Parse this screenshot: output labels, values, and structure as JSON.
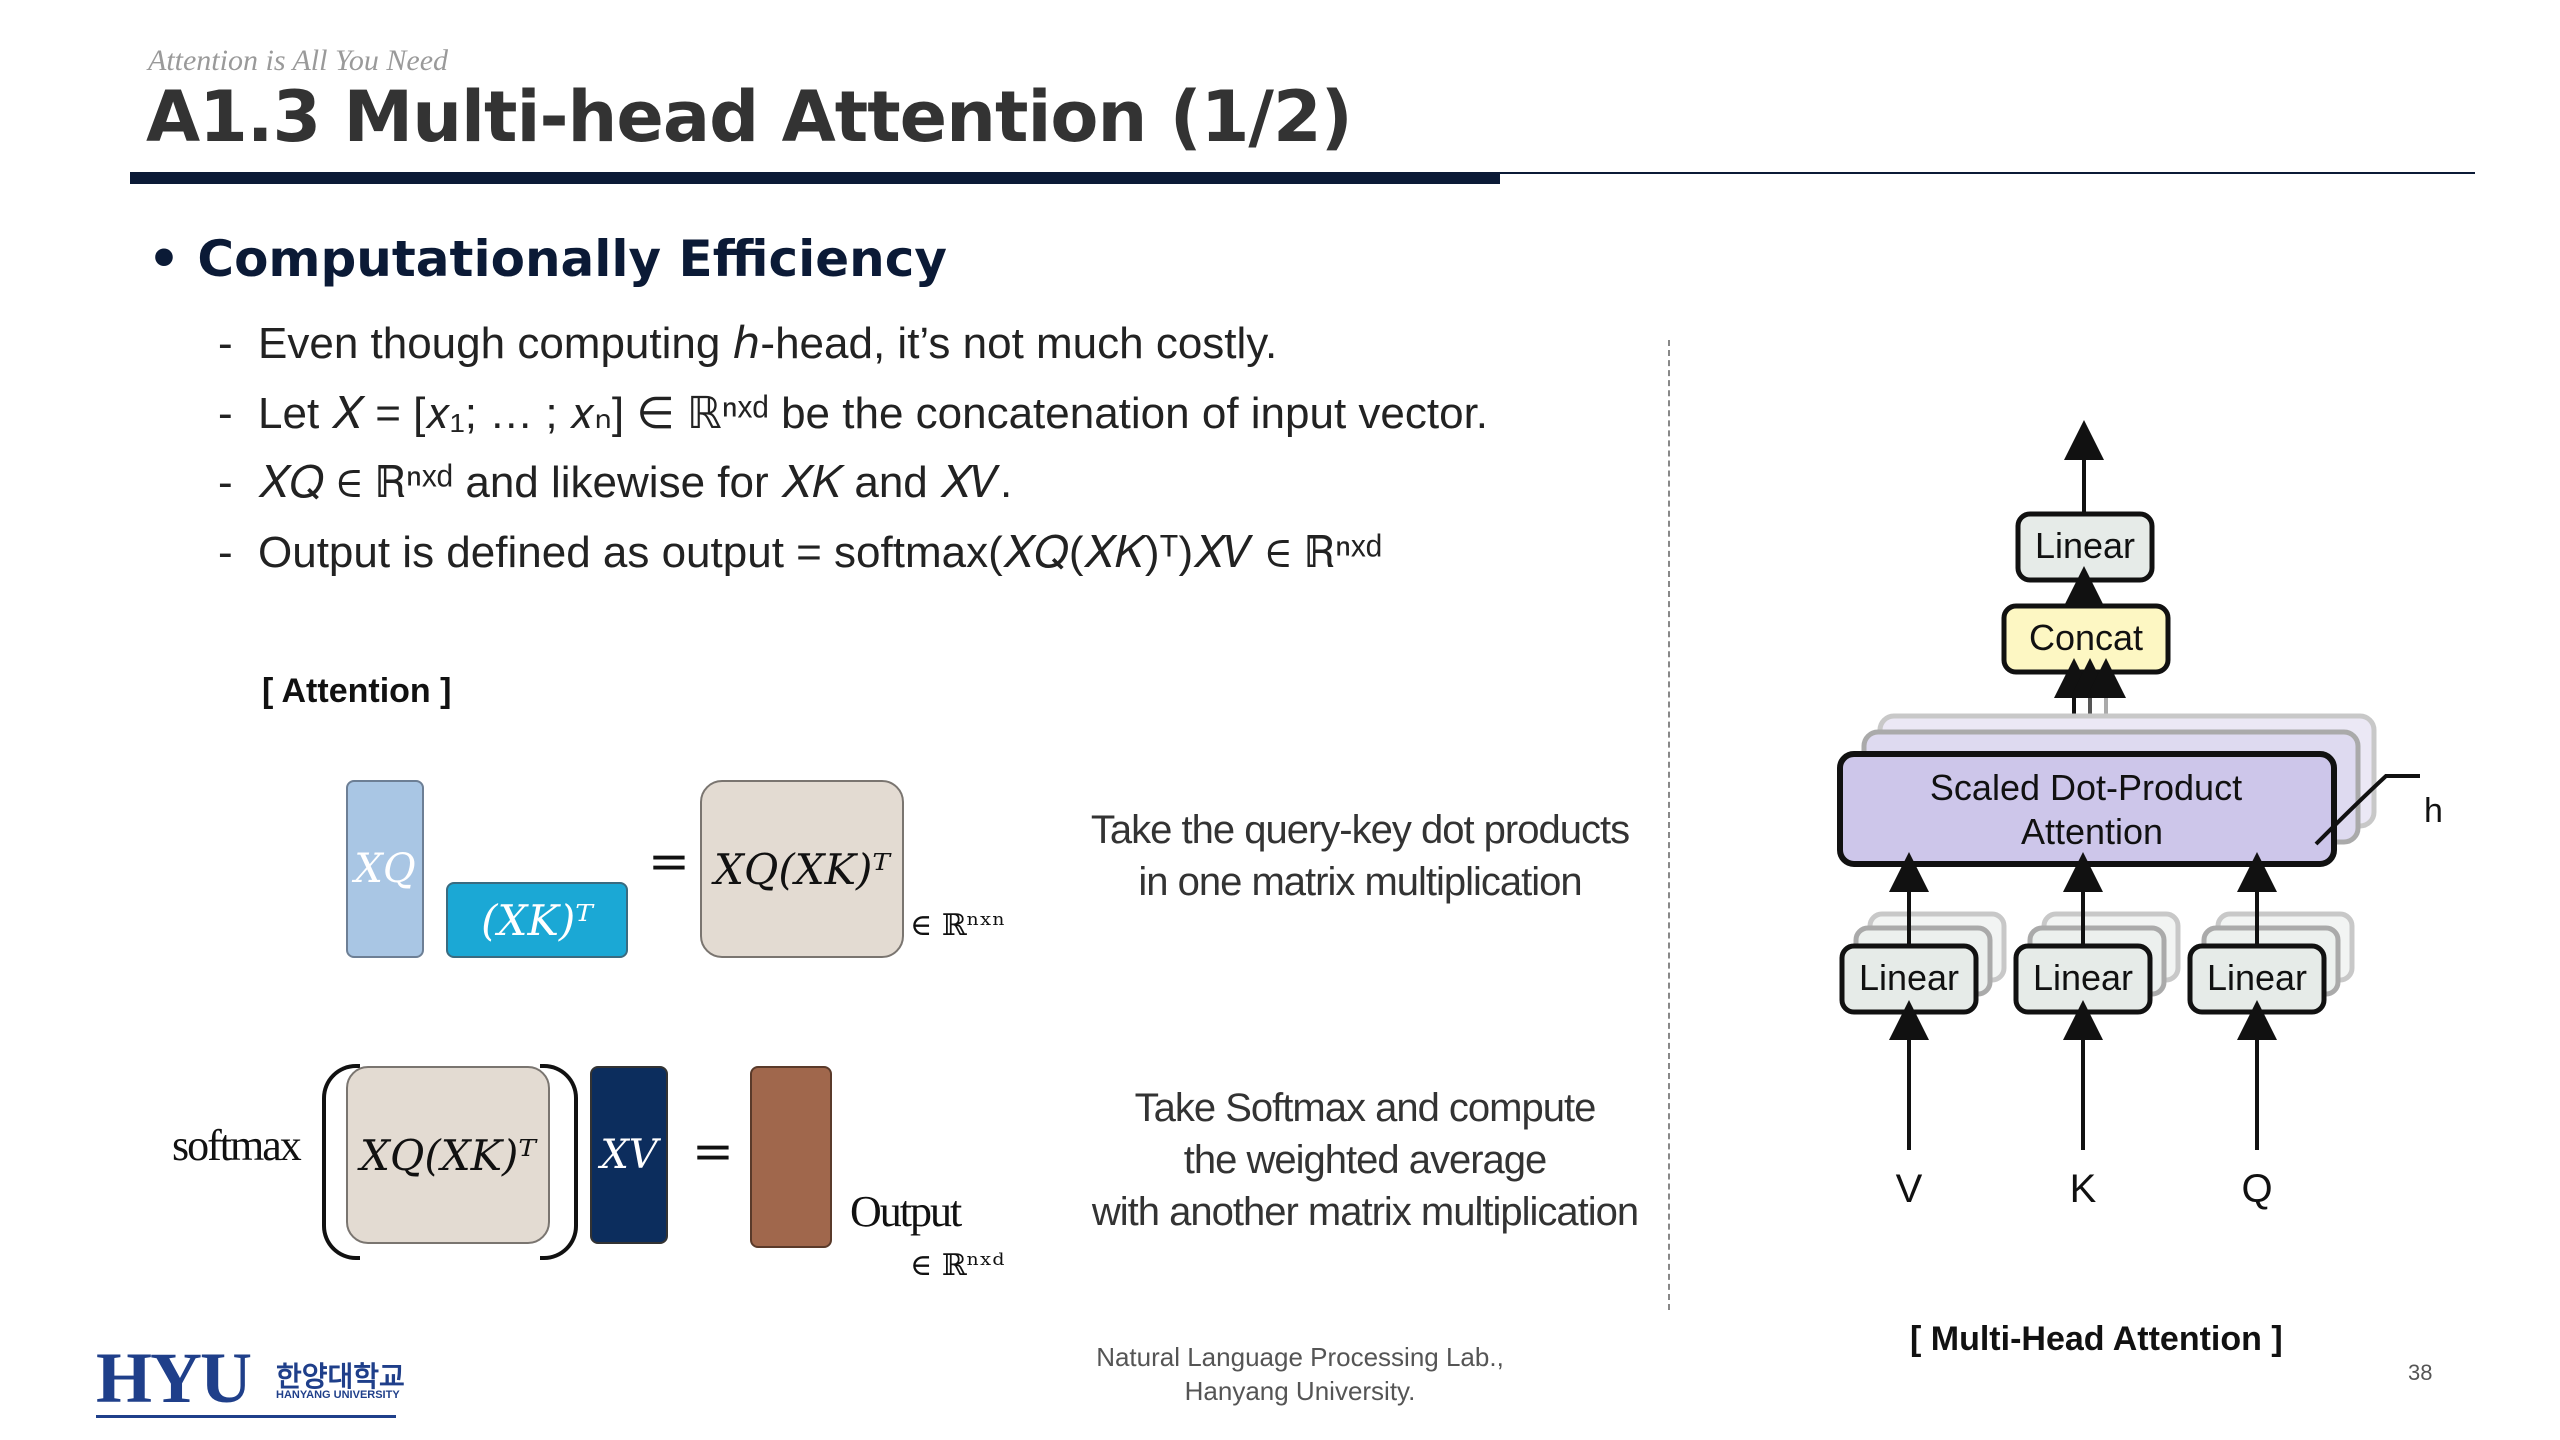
{
  "header": {
    "subtitle": "Attention is All You Need",
    "title": "A1.3 Multi-head Attention (1/2)"
  },
  "bullet": {
    "heading": "Computationally Efficiency",
    "items": [
      {
        "dash": "-",
        "text": "Even though computing ℎ-head, it’s not much costly."
      },
      {
        "dash": "-",
        "text": "Let 𝑋 = [𝑥₁; … ; 𝑥ₙ] ∈ ℝⁿˣᵈ be the concatenation of input vector."
      },
      {
        "dash": "-",
        "text": "𝑋𝑄 ∈ ℝⁿˣᵈ and likewise for 𝑋𝐾 and 𝑋𝑉."
      },
      {
        "dash": "-",
        "text": "Output is defined as output = softmax(𝑋𝑄(𝑋𝐾)ᵀ)𝑋𝑉 ∈ ℝⁿˣᵈ"
      }
    ]
  },
  "attention_section": {
    "label": "[ Attention ]",
    "row1": {
      "xq": "XQ",
      "xk_t": "(XK)ᵀ",
      "equals": "=",
      "result": "XQ(XK)ᵀ",
      "dim": "∈ ℝⁿˣⁿ",
      "description_lines": [
        "Take the query-key dot products",
        "in one matrix multiplication"
      ]
    },
    "row2": {
      "softmax": "softmax",
      "inner": "XQ(XK)ᵀ",
      "xv": "XV",
      "equals": "=",
      "output_label": "Output",
      "dim": "∈ ℝⁿˣᵈ",
      "description_lines": [
        "Take Softmax and compute",
        "the weighted average",
        "with another matrix multiplication"
      ]
    },
    "colors": {
      "xq": "#a9c6e4",
      "xk_t": "#1ba8d5",
      "result": "#e3dbd2",
      "xv": "#0c2d5d",
      "output": "#a0674c"
    }
  },
  "diagram": {
    "top_linear": "Linear",
    "concat": "Concat",
    "attention_lines": [
      "Scaled Dot-Product",
      "Attention"
    ],
    "h_label": "h",
    "linears": [
      "Linear",
      "Linear",
      "Linear"
    ],
    "inputs": [
      "V",
      "K",
      "Q"
    ],
    "caption": "[ Multi-Head Attention ]",
    "colors": {
      "concat": "#fdf7c3",
      "attention": "#cdc6ea",
      "linear": "#e6ebe8"
    }
  },
  "footer": {
    "logo_big": "HYU",
    "logo_kr": "한양대학교",
    "logo_en": "HANYANG UNIVERSITY",
    "lab_line1": "Natural Language Processing Lab.,",
    "lab_line2": "Hanyang University.",
    "page_number": "38"
  }
}
